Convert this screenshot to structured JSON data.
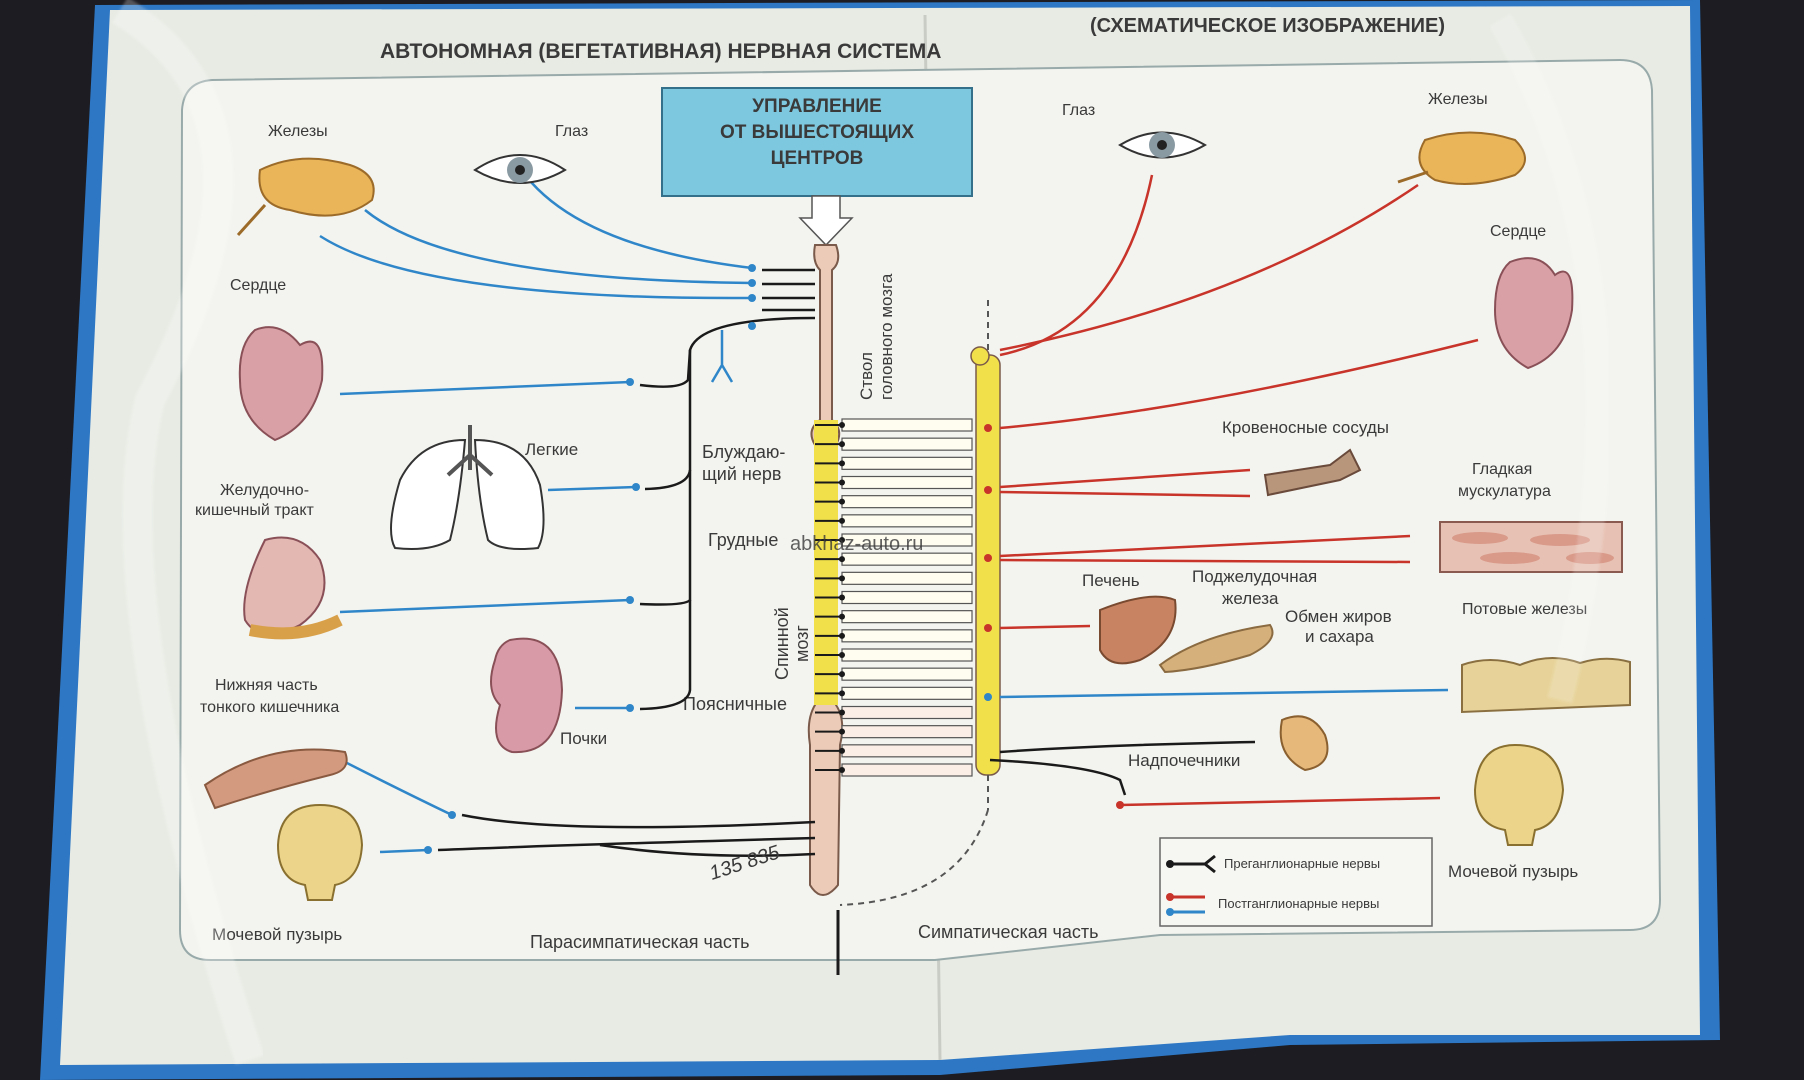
{
  "title": "АВТОНОМНАЯ (ВЕГЕТАТИВНАЯ) НЕРВНАЯ СИСТЕМА",
  "subtitle": "(СХЕМАТИЧЕСКОЕ ИЗОБРАЖЕНИЕ)",
  "control_box": {
    "line1": "УПРАВЛЕНИЕ",
    "line2": "ОТ ВЫШЕСТОЯЩИХ",
    "line3": "ЦЕНТРОВ"
  },
  "brainstem": {
    "line1": "Ствол",
    "line2": "головного мозга"
  },
  "spinal_cord": {
    "line1": "Спинной",
    "line2": "мозг"
  },
  "spine_labels": {
    "vagus_1": "Блуждаю-",
    "vagus_2": "щий нерв",
    "thoracic": "Грудные",
    "lumbar": "Поясничные"
  },
  "left_organs": {
    "glands": "Железы",
    "eye": "Глаз",
    "heart": "Сердце",
    "lungs": "Легкие",
    "gi_tract_1": "Желудочно-",
    "gi_tract_2": "кишечный тракт",
    "small_intestine_1": "Нижняя часть",
    "small_intestine_2": "тонкого кишечника",
    "kidneys": "Почки",
    "bladder": "Мочевой пузырь"
  },
  "right_organs": {
    "eye": "Глаз",
    "glands": "Железы",
    "heart": "Сердце",
    "vessels": "Кровеносные сосуды",
    "smooth_muscle_1": "Гладкая",
    "smooth_muscle_2": "мускулатура",
    "liver": "Печень",
    "pancreas_1": "Поджелудочная",
    "pancreas_2": "железа",
    "metabolism_1": "Обмен жиров",
    "metabolism_2": "и сахара",
    "sweat_glands": "Потовые железы",
    "adrenals": "Надпочечники",
    "bladder": "Мочевой пузырь"
  },
  "section_labels": {
    "parasympathetic": "Парасимпатическая часть",
    "sympathetic": "Симпатическая часть"
  },
  "legend": {
    "preganglionic": "Преганглионарные нервы",
    "postganglionic": "Постганглионарные нервы"
  },
  "watermark": "abkhaz-auto.ru",
  "handwriting": "135 835",
  "colors": {
    "background": "#1c1c22",
    "page": "#e9ece6",
    "panel": "#f2f3ee",
    "book_edge": "#2e77c4",
    "control_box": "#7ec8df",
    "spinal_yellow": "#f1e04a",
    "spinal_pink": "#eccbb8",
    "preganglionic": "#1a1a1a",
    "postganglionic_sympathetic": "#c8332a",
    "postganglionic_parasympathetic": "#2f86c9"
  }
}
